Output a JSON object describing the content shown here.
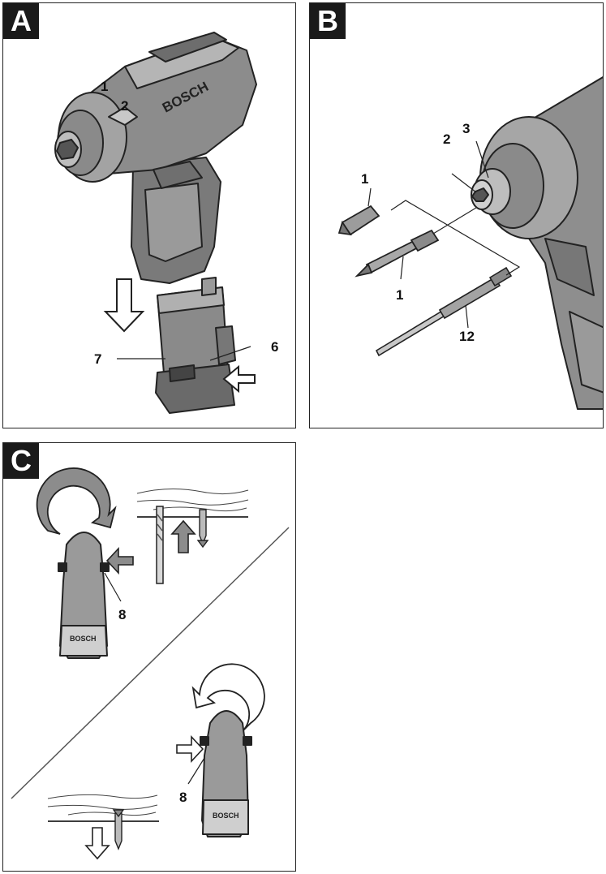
{
  "panels": {
    "a": {
      "letter": "A",
      "callouts": {
        "battery": "7",
        "release_button": "6"
      },
      "brand": "BOSCH",
      "gears": [
        "1",
        "2"
      ]
    },
    "b": {
      "letter": "B",
      "callouts": {
        "bit_top": "1",
        "tool_holder": "2",
        "locking_sleeve": "3",
        "bit_long": "1",
        "drill_bit": "12"
      }
    },
    "c": {
      "letter": "C",
      "callouts": {
        "switch_upper": "8",
        "switch_lower": "8"
      },
      "brand": "BOSCH"
    }
  }
}
